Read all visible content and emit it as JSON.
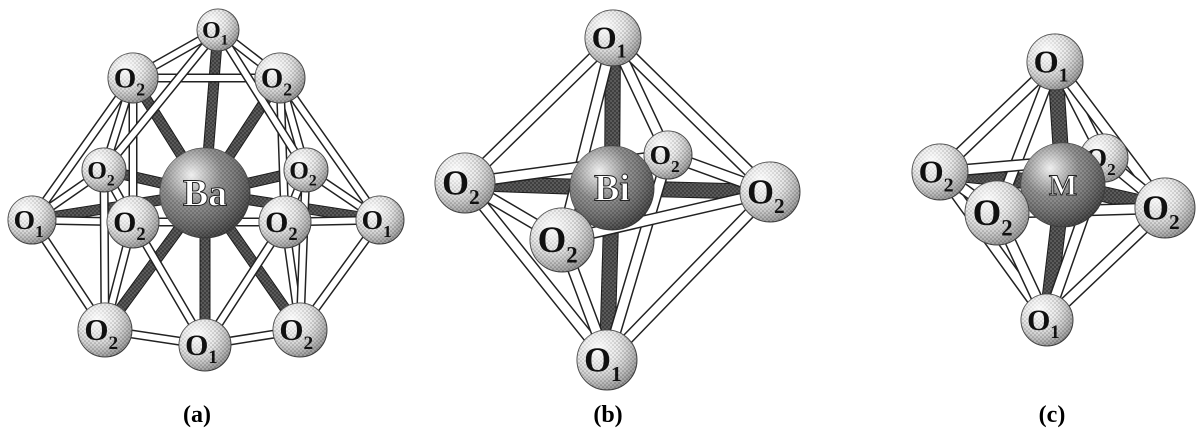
{
  "panels": [
    {
      "id": "a",
      "caption": "(a)",
      "center_atom": "Ba",
      "atoms": [
        {
          "id": "a1",
          "el": "O",
          "sub": "1",
          "kind": "o"
        },
        {
          "id": "a2",
          "el": "O",
          "sub": "2",
          "kind": "o"
        },
        {
          "id": "a3",
          "el": "O",
          "sub": "2",
          "kind": "o"
        },
        {
          "id": "a4",
          "el": "O",
          "sub": "2",
          "kind": "o"
        },
        {
          "id": "a5",
          "el": "O",
          "sub": "2",
          "kind": "o"
        },
        {
          "id": "a6",
          "el": "O",
          "sub": "1",
          "kind": "o"
        },
        {
          "id": "a7",
          "el": "O",
          "sub": "2",
          "kind": "o"
        },
        {
          "id": "a8",
          "el": "O",
          "sub": "2",
          "kind": "o"
        },
        {
          "id": "a9",
          "el": "O",
          "sub": "1",
          "kind": "o"
        },
        {
          "id": "a10",
          "el": "O",
          "sub": "2",
          "kind": "o"
        },
        {
          "id": "a11",
          "el": "O",
          "sub": "1",
          "kind": "o"
        },
        {
          "id": "a12",
          "el": "O",
          "sub": "2",
          "kind": "o"
        },
        {
          "id": "aBa",
          "el": "Ba",
          "sub": "",
          "kind": "center"
        }
      ]
    },
    {
      "id": "b",
      "caption": "(b)",
      "center_atom": "Bi",
      "atoms": [
        {
          "id": "b1",
          "el": "O",
          "sub": "1",
          "kind": "o"
        },
        {
          "id": "b2",
          "el": "O",
          "sub": "2",
          "kind": "o"
        },
        {
          "id": "b3",
          "el": "O",
          "sub": "2",
          "kind": "o"
        },
        {
          "id": "b4",
          "el": "O",
          "sub": "2",
          "kind": "o"
        },
        {
          "id": "b5",
          "el": "O",
          "sub": "2",
          "kind": "o"
        },
        {
          "id": "b6",
          "el": "O",
          "sub": "1",
          "kind": "o"
        },
        {
          "id": "bBi",
          "el": "Bi",
          "sub": "",
          "kind": "center"
        }
      ]
    },
    {
      "id": "c",
      "caption": "(c)",
      "center_atom": "M",
      "atoms": [
        {
          "id": "c1",
          "el": "O",
          "sub": "1",
          "kind": "o"
        },
        {
          "id": "c2",
          "el": "O",
          "sub": "2",
          "kind": "o"
        },
        {
          "id": "c3",
          "el": "O",
          "sub": "2",
          "kind": "o"
        },
        {
          "id": "c4",
          "el": "O",
          "sub": "2",
          "kind": "o"
        },
        {
          "id": "c5",
          "el": "O",
          "sub": "2",
          "kind": "o"
        },
        {
          "id": "c6",
          "el": "O",
          "sub": "1",
          "kind": "o"
        },
        {
          "id": "cM",
          "el": "M",
          "sub": "",
          "kind": "center"
        }
      ]
    }
  ]
}
